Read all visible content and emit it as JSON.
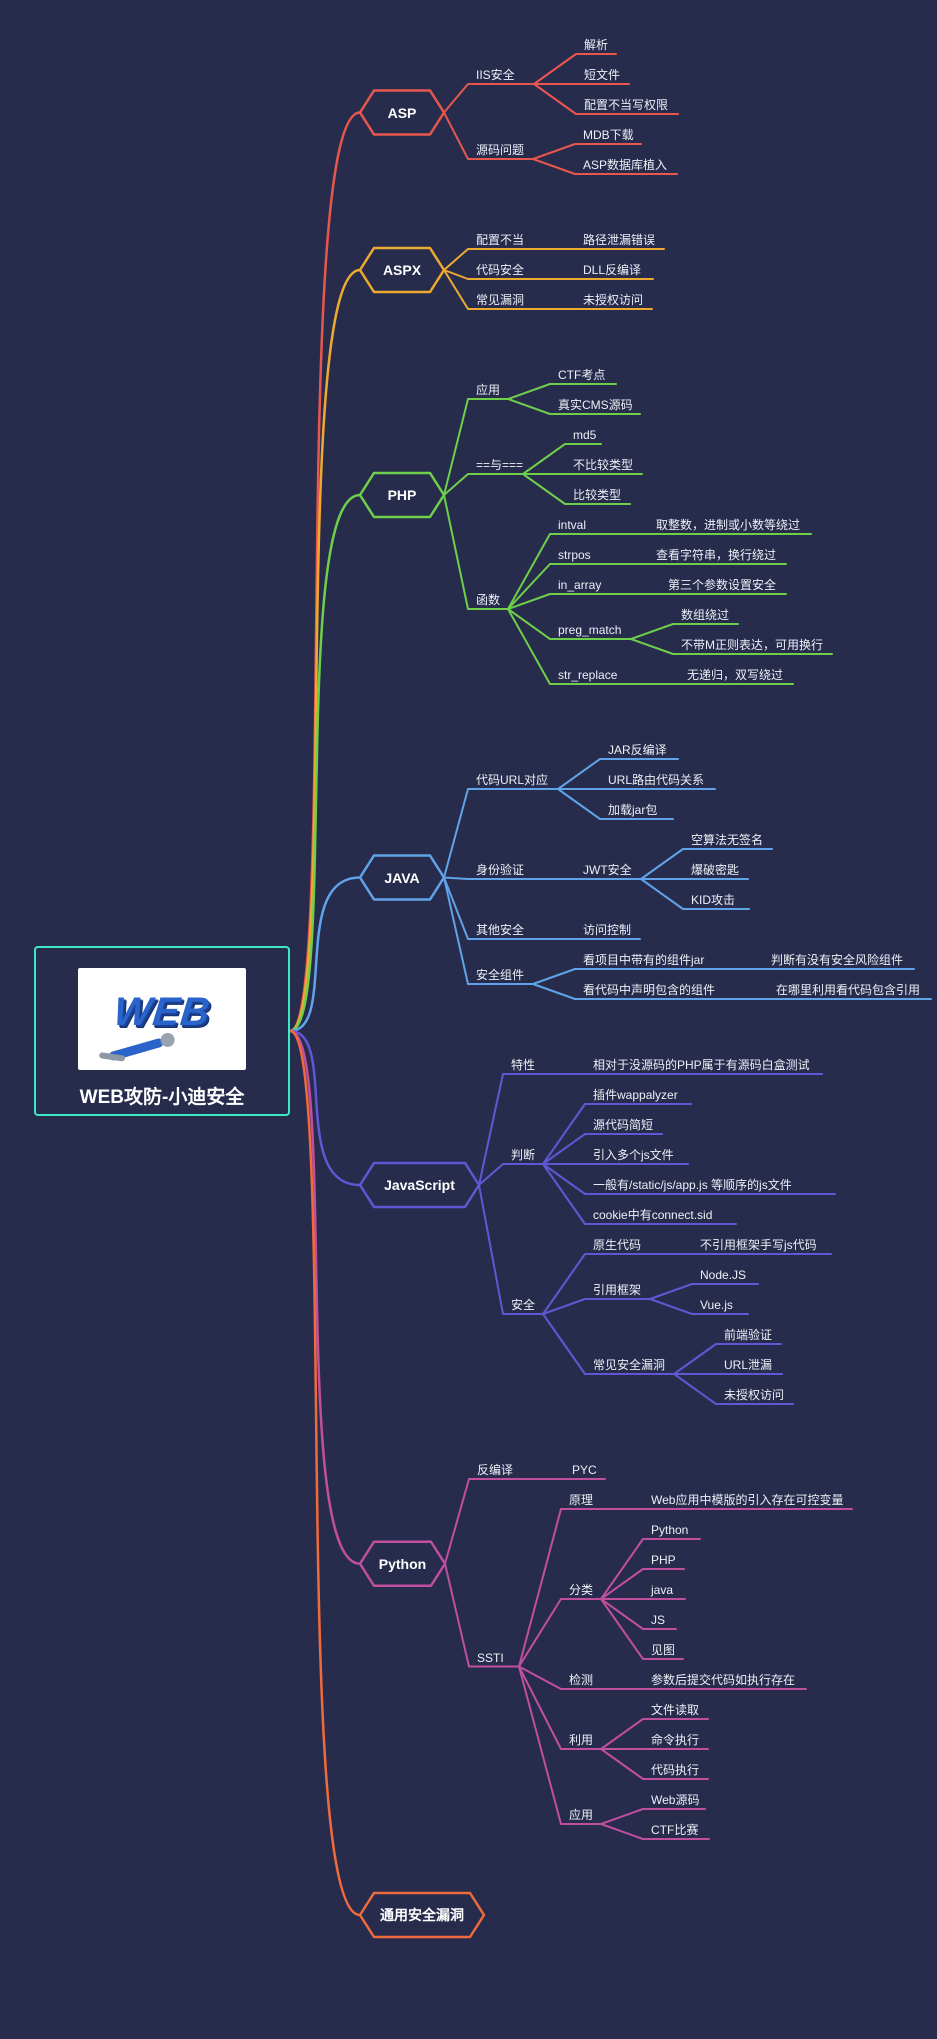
{
  "app": {
    "background": "#272c4d",
    "label_text_color": "#eef0f6"
  },
  "root": {
    "label": "WEB攻防-小迪安全",
    "logo_text": "WEB",
    "border_color": "#3de9c5"
  },
  "branches": [
    {
      "label": "ASP",
      "color": "#e8574e",
      "children": [
        {
          "label": "IIS安全",
          "children": [
            {
              "label": "解析"
            },
            {
              "label": "短文件"
            },
            {
              "label": "配置不当写权限"
            }
          ]
        },
        {
          "label": "源码问题",
          "children": [
            {
              "label": "MDB下载"
            },
            {
              "label": "ASP数据库植入"
            }
          ]
        }
      ]
    },
    {
      "label": "ASPX",
      "color": "#edaa2f",
      "children": [
        {
          "label": "配置不当",
          "children": [
            {
              "label": "路径泄漏错误"
            }
          ]
        },
        {
          "label": "代码安全",
          "children": [
            {
              "label": "DLL反编译"
            }
          ]
        },
        {
          "label": "常见漏洞",
          "children": [
            {
              "label": "未授权访问"
            }
          ]
        }
      ]
    },
    {
      "label": "PHP",
      "color": "#6ecf4a",
      "children": [
        {
          "label": "应用",
          "children": [
            {
              "label": "CTF考点"
            },
            {
              "label": "真实CMS源码"
            }
          ]
        },
        {
          "label": "==与===",
          "children": [
            {
              "label": "md5"
            },
            {
              "label": "不比较类型"
            },
            {
              "label": "比较类型"
            }
          ]
        },
        {
          "label": "函数",
          "children": [
            {
              "label": "intval",
              "children": [
                {
                  "label": "取整数，进制或小数等绕过"
                }
              ]
            },
            {
              "label": "strpos",
              "children": [
                {
                  "label": "查看字符串，换行绕过"
                }
              ]
            },
            {
              "label": "in_array",
              "children": [
                {
                  "label": "第三个参数设置安全"
                }
              ]
            },
            {
              "label": "preg_match",
              "children": [
                {
                  "label": "数组绕过"
                },
                {
                  "label": "不带M正则表达，可用换行"
                }
              ]
            },
            {
              "label": "str_replace",
              "children": [
                {
                  "label": "无递归，双写绕过"
                }
              ]
            }
          ]
        }
      ]
    },
    {
      "label": "JAVA",
      "color": "#61a3e8",
      "children": [
        {
          "label": "代码URL对应",
          "children": [
            {
              "label": "JAR反编译"
            },
            {
              "label": "URL路由代码关系"
            },
            {
              "label": "加载jar包"
            }
          ]
        },
        {
          "label": "身份验证",
          "children": [
            {
              "label": "JWT安全",
              "children": [
                {
                  "label": "空算法无签名"
                },
                {
                  "label": "爆破密匙"
                },
                {
                  "label": "KID攻击"
                }
              ]
            }
          ]
        },
        {
          "label": "其他安全",
          "children": [
            {
              "label": "访问控制"
            }
          ]
        },
        {
          "label": "安全组件",
          "children": [
            {
              "label": "看项目中带有的组件jar",
              "children": [
                {
                  "label": "判断有没有安全风险组件"
                }
              ]
            },
            {
              "label": "看代码中声明包含的组件",
              "children": [
                {
                  "label": "在哪里利用看代码包含引用"
                }
              ]
            }
          ]
        }
      ]
    },
    {
      "label": "JavaScript",
      "color": "#6157d5",
      "children": [
        {
          "label": "特性",
          "children": [
            {
              "label": "相对于没源码的PHP属于有源码白盒测试"
            }
          ]
        },
        {
          "label": "判断",
          "children": [
            {
              "label": "插件wappalyzer"
            },
            {
              "label": "源代码简短"
            },
            {
              "label": "引入多个js文件"
            },
            {
              "label": "一般有/static/js/app.js 等顺序的js文件"
            },
            {
              "label": "cookie中有connect.sid"
            }
          ]
        },
        {
          "label": "安全",
          "children": [
            {
              "label": "原生代码",
              "children": [
                {
                  "label": "不引用框架手写js代码"
                }
              ]
            },
            {
              "label": "引用框架",
              "children": [
                {
                  "label": "Node.JS"
                },
                {
                  "label": "Vue.js"
                }
              ]
            },
            {
              "label": "常见安全漏洞",
              "children": [
                {
                  "label": "前端验证"
                },
                {
                  "label": "URL泄漏"
                },
                {
                  "label": "未授权访问"
                }
              ]
            }
          ]
        }
      ]
    },
    {
      "label": "Python",
      "color": "#c04f9e",
      "children": [
        {
          "label": "反编译",
          "children": [
            {
              "label": "PYC"
            }
          ]
        },
        {
          "label": "SSTI",
          "children": [
            {
              "label": "原理",
              "children": [
                {
                  "label": "Web应用中模版的引入存在可控变量"
                }
              ]
            },
            {
              "label": "分类",
              "children": [
                {
                  "label": "Python"
                },
                {
                  "label": "PHP"
                },
                {
                  "label": "java"
                },
                {
                  "label": "JS"
                },
                {
                  "label": "见图"
                }
              ]
            },
            {
              "label": "检测",
              "children": [
                {
                  "label": "参数后提交代码如执行存在"
                }
              ]
            },
            {
              "label": "利用",
              "children": [
                {
                  "label": "文件读取"
                },
                {
                  "label": "命令执行"
                },
                {
                  "label": "代码执行"
                }
              ]
            },
            {
              "label": "应用",
              "children": [
                {
                  "label": "Web源码"
                },
                {
                  "label": "CTF比赛"
                }
              ]
            }
          ]
        }
      ]
    },
    {
      "label": "通用安全漏洞",
      "color": "#ef6a3c",
      "children": []
    }
  ]
}
